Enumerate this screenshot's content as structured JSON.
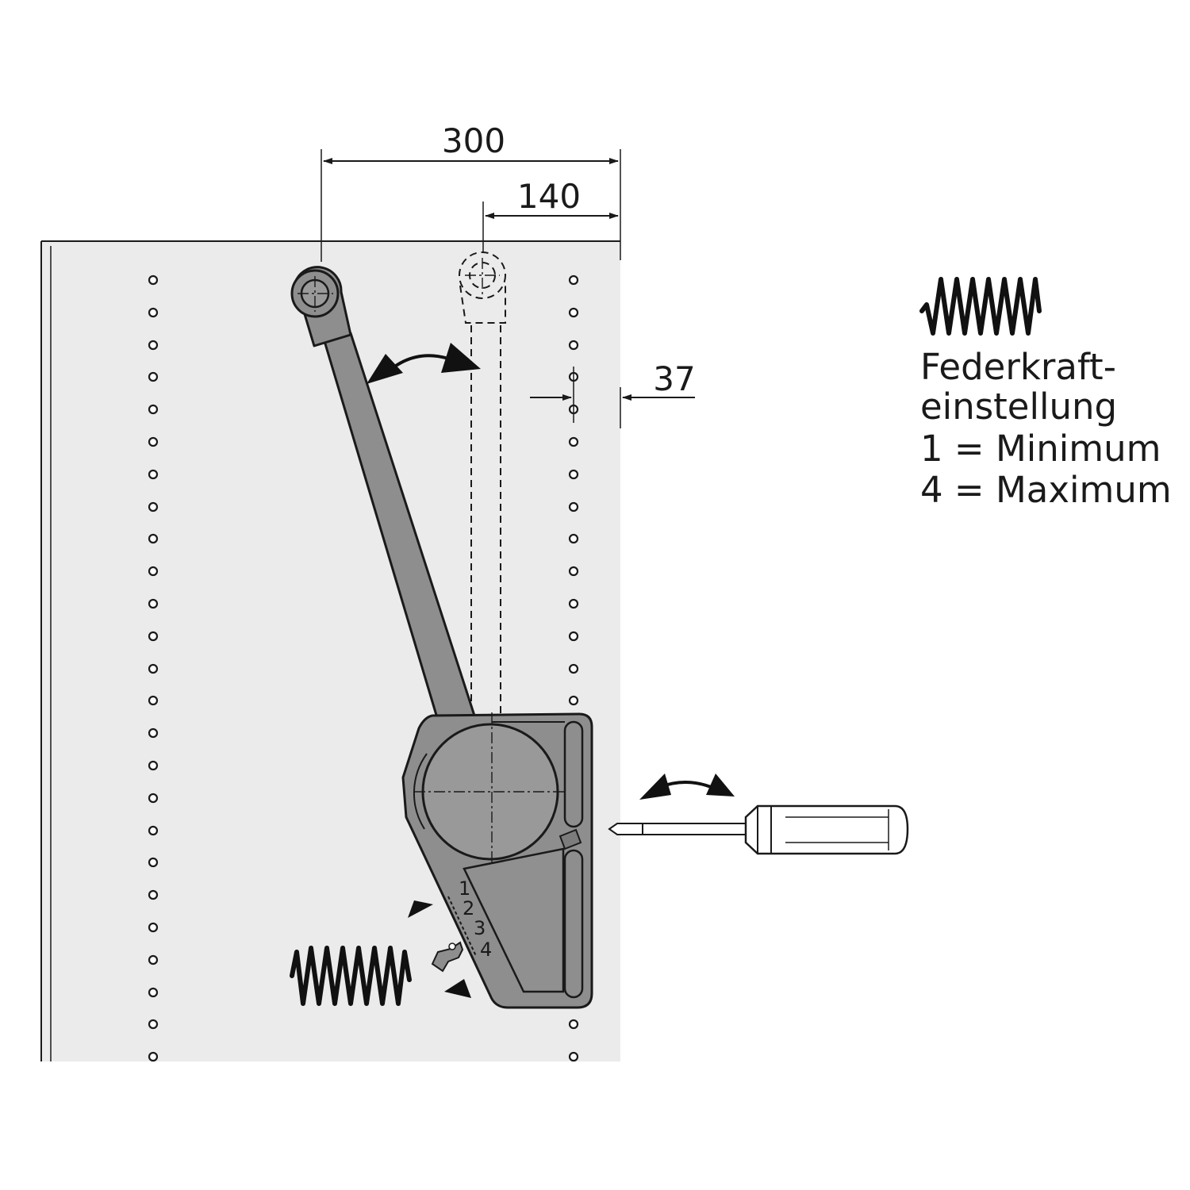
{
  "dimensions": {
    "overall_width": "300",
    "pivot_offset": "140",
    "hole_row_offset": "37"
  },
  "legend": {
    "title_line1": "Federkraft-",
    "title_line2": "einstellung",
    "min_line": "1 = Minimum",
    "max_line": "4 = Maximum",
    "icon": "spring-icon"
  },
  "scale_marks": [
    "1",
    "2",
    "3",
    "4"
  ],
  "colors": {
    "panel": "#ebebeb",
    "mechanism": "#8e8e8e",
    "line": "#1a1a1a"
  }
}
